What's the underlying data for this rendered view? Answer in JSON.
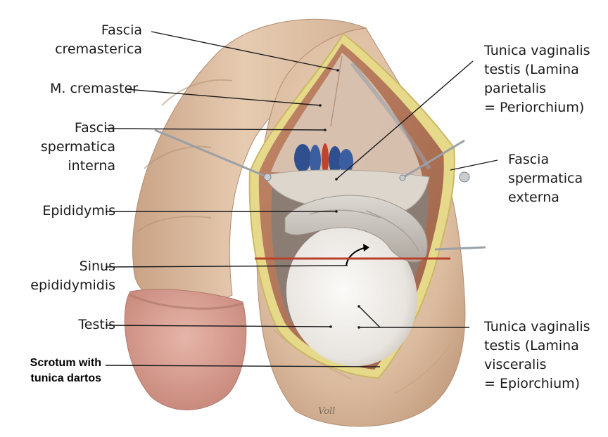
{
  "labels": {
    "fascia_cremasterica": "Fascia\ncremasterica",
    "m_cremaster": "M. cremaster",
    "fascia_spermatica_interna": "Fascia\nspermatica\ninterna",
    "epididymis": "Epididymis",
    "sinus_epididymidis": "Sinus\nepididymidis",
    "testis": "Testis",
    "scrotum": "Scrotum with\ntunica dartos",
    "tunica_parietalis": "Tunica vaginalis\ntestis (Lamina\nparietalis\n= Periorchium)",
    "fascia_spermatica_externa": "Fascia\nspermatica\nexterna",
    "tunica_visceralis": "Tunica vaginalis\ntestis (Lamina\nvisceralis\n= Epiorchium)"
  },
  "signature": "Voll",
  "colors": {
    "skin": "#e2c4a8",
    "skin_shadow": "#c9a386",
    "glans": "#d9a195",
    "fascia_yellow": "#e6d98a",
    "muscle": "#b5785a",
    "testis": "#efece8",
    "epididymis": "#cfcac2",
    "vein": "#2f4f8f",
    "artery": "#c0432c",
    "cut_line": "#b8402a",
    "leader": "#1a1a1a"
  }
}
